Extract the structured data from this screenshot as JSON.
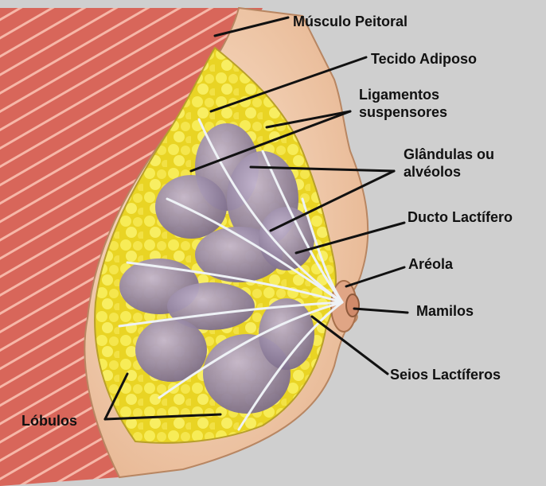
{
  "labels": {
    "musculo_peitoral": "Músculo Peitoral",
    "tecido_adiposo": "Tecido Adiposo",
    "ligamentos_line1": "Ligamentos",
    "ligamentos_line2": "suspensores",
    "glandulas_line1": "Glândulas ou",
    "glandulas_line2": "alvéolos",
    "ducto_lactifero": "Ducto Lactífero",
    "areola": "Aréola",
    "mamilos": "Mamilos",
    "seios_lactiferos": "Seios Lactíferos",
    "lobulos": "Lóbulos"
  },
  "colors": {
    "background": "#cfcfcf",
    "muscle": "#d96a5a",
    "muscle_stripe": "#ffe0d4",
    "skin": "#f4d2b2",
    "fat": "#f4e63a",
    "lobule": "#9a8aa6",
    "duct": "#eef2f6",
    "leader_line": "#111111",
    "text": "#111111"
  }
}
